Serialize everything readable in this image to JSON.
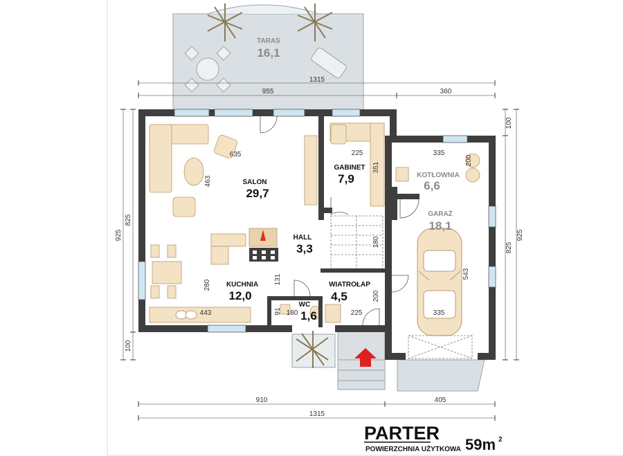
{
  "legend": {
    "title": "PARTER",
    "subtitle": "POWIERZCHNIA UŻYTKOWA",
    "total_area": "59m",
    "total_unit_sup": "2"
  },
  "rooms": {
    "taras": {
      "name": "TARAS",
      "area": "16,1"
    },
    "salon": {
      "name": "SALON",
      "area": "29,7"
    },
    "gabinet": {
      "name": "GABINET",
      "area": "7,9"
    },
    "kotlownia": {
      "name": "KOTŁOWNIA",
      "area": "6,6"
    },
    "garaz": {
      "name": "GARAŻ",
      "area": "18,1"
    },
    "hall": {
      "name": "HALL",
      "area": "3,3"
    },
    "kuchnia": {
      "name": "KUCHNIA",
      "area": "12,0"
    },
    "wiatrolap": {
      "name": "WIATROŁAP",
      "area": "4,5"
    },
    "wc": {
      "name": "WC",
      "area": "1,6"
    }
  },
  "dimensions": {
    "top_total": "1315",
    "top_left": "955",
    "top_right": "360",
    "bottom_left": "910",
    "bottom_right": "405",
    "bottom_total": "1315",
    "left_outer": "925",
    "left_inner": "825",
    "left_bottom": "100",
    "right_outer": "925",
    "right_inner": "825",
    "right_top": "100"
  },
  "inner_dimensions": {
    "salon_w": "635",
    "salon_d": "463",
    "gabinet_w": "225",
    "gabinet_d": "351",
    "kotlownia_w": "335",
    "kotlownia_d": "200",
    "hall_d": "180",
    "kitchen_d": "280",
    "kitchen_w": "443",
    "wc_d1": "131",
    "wc_d2": "91",
    "wc_w": "180",
    "vest_w": "225",
    "vest_d": "200",
    "garage_d": "543",
    "garage_w": "335"
  }
}
